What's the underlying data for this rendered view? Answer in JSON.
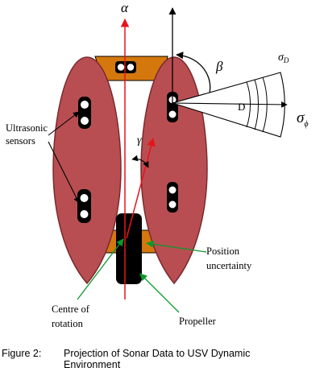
{
  "diagram": {
    "labels": {
      "alpha": "α",
      "beta": "β",
      "gamma": "γ",
      "sigma_d": "σ",
      "sigma_d_sub": "D",
      "sigma_phi": "σ",
      "sigma_phi_sub": "ϕ",
      "range_d": "D",
      "ultrasonic_line1": "Ultrasonic",
      "ultrasonic_line2": "sensors",
      "position_line1": "Position",
      "position_line2": "uncertainty",
      "centre_line1": "Centre of",
      "centre_line2": "rotation",
      "propeller": "Propeller"
    },
    "colors": {
      "hull_fill": "#b84e52",
      "hull_stroke": "#7a2a2e",
      "crossbar_fill": "#d4780e",
      "heading_arrow": "#e8141c",
      "pointer_arrow": "#0a9a2a",
      "sensor_fill": "#000000",
      "propeller_fill": "#000000"
    }
  },
  "caption": {
    "number": "Figure 2:",
    "text_line1": "Projection of Sonar Data to USV Dynamic",
    "text_line2": "Environment"
  }
}
